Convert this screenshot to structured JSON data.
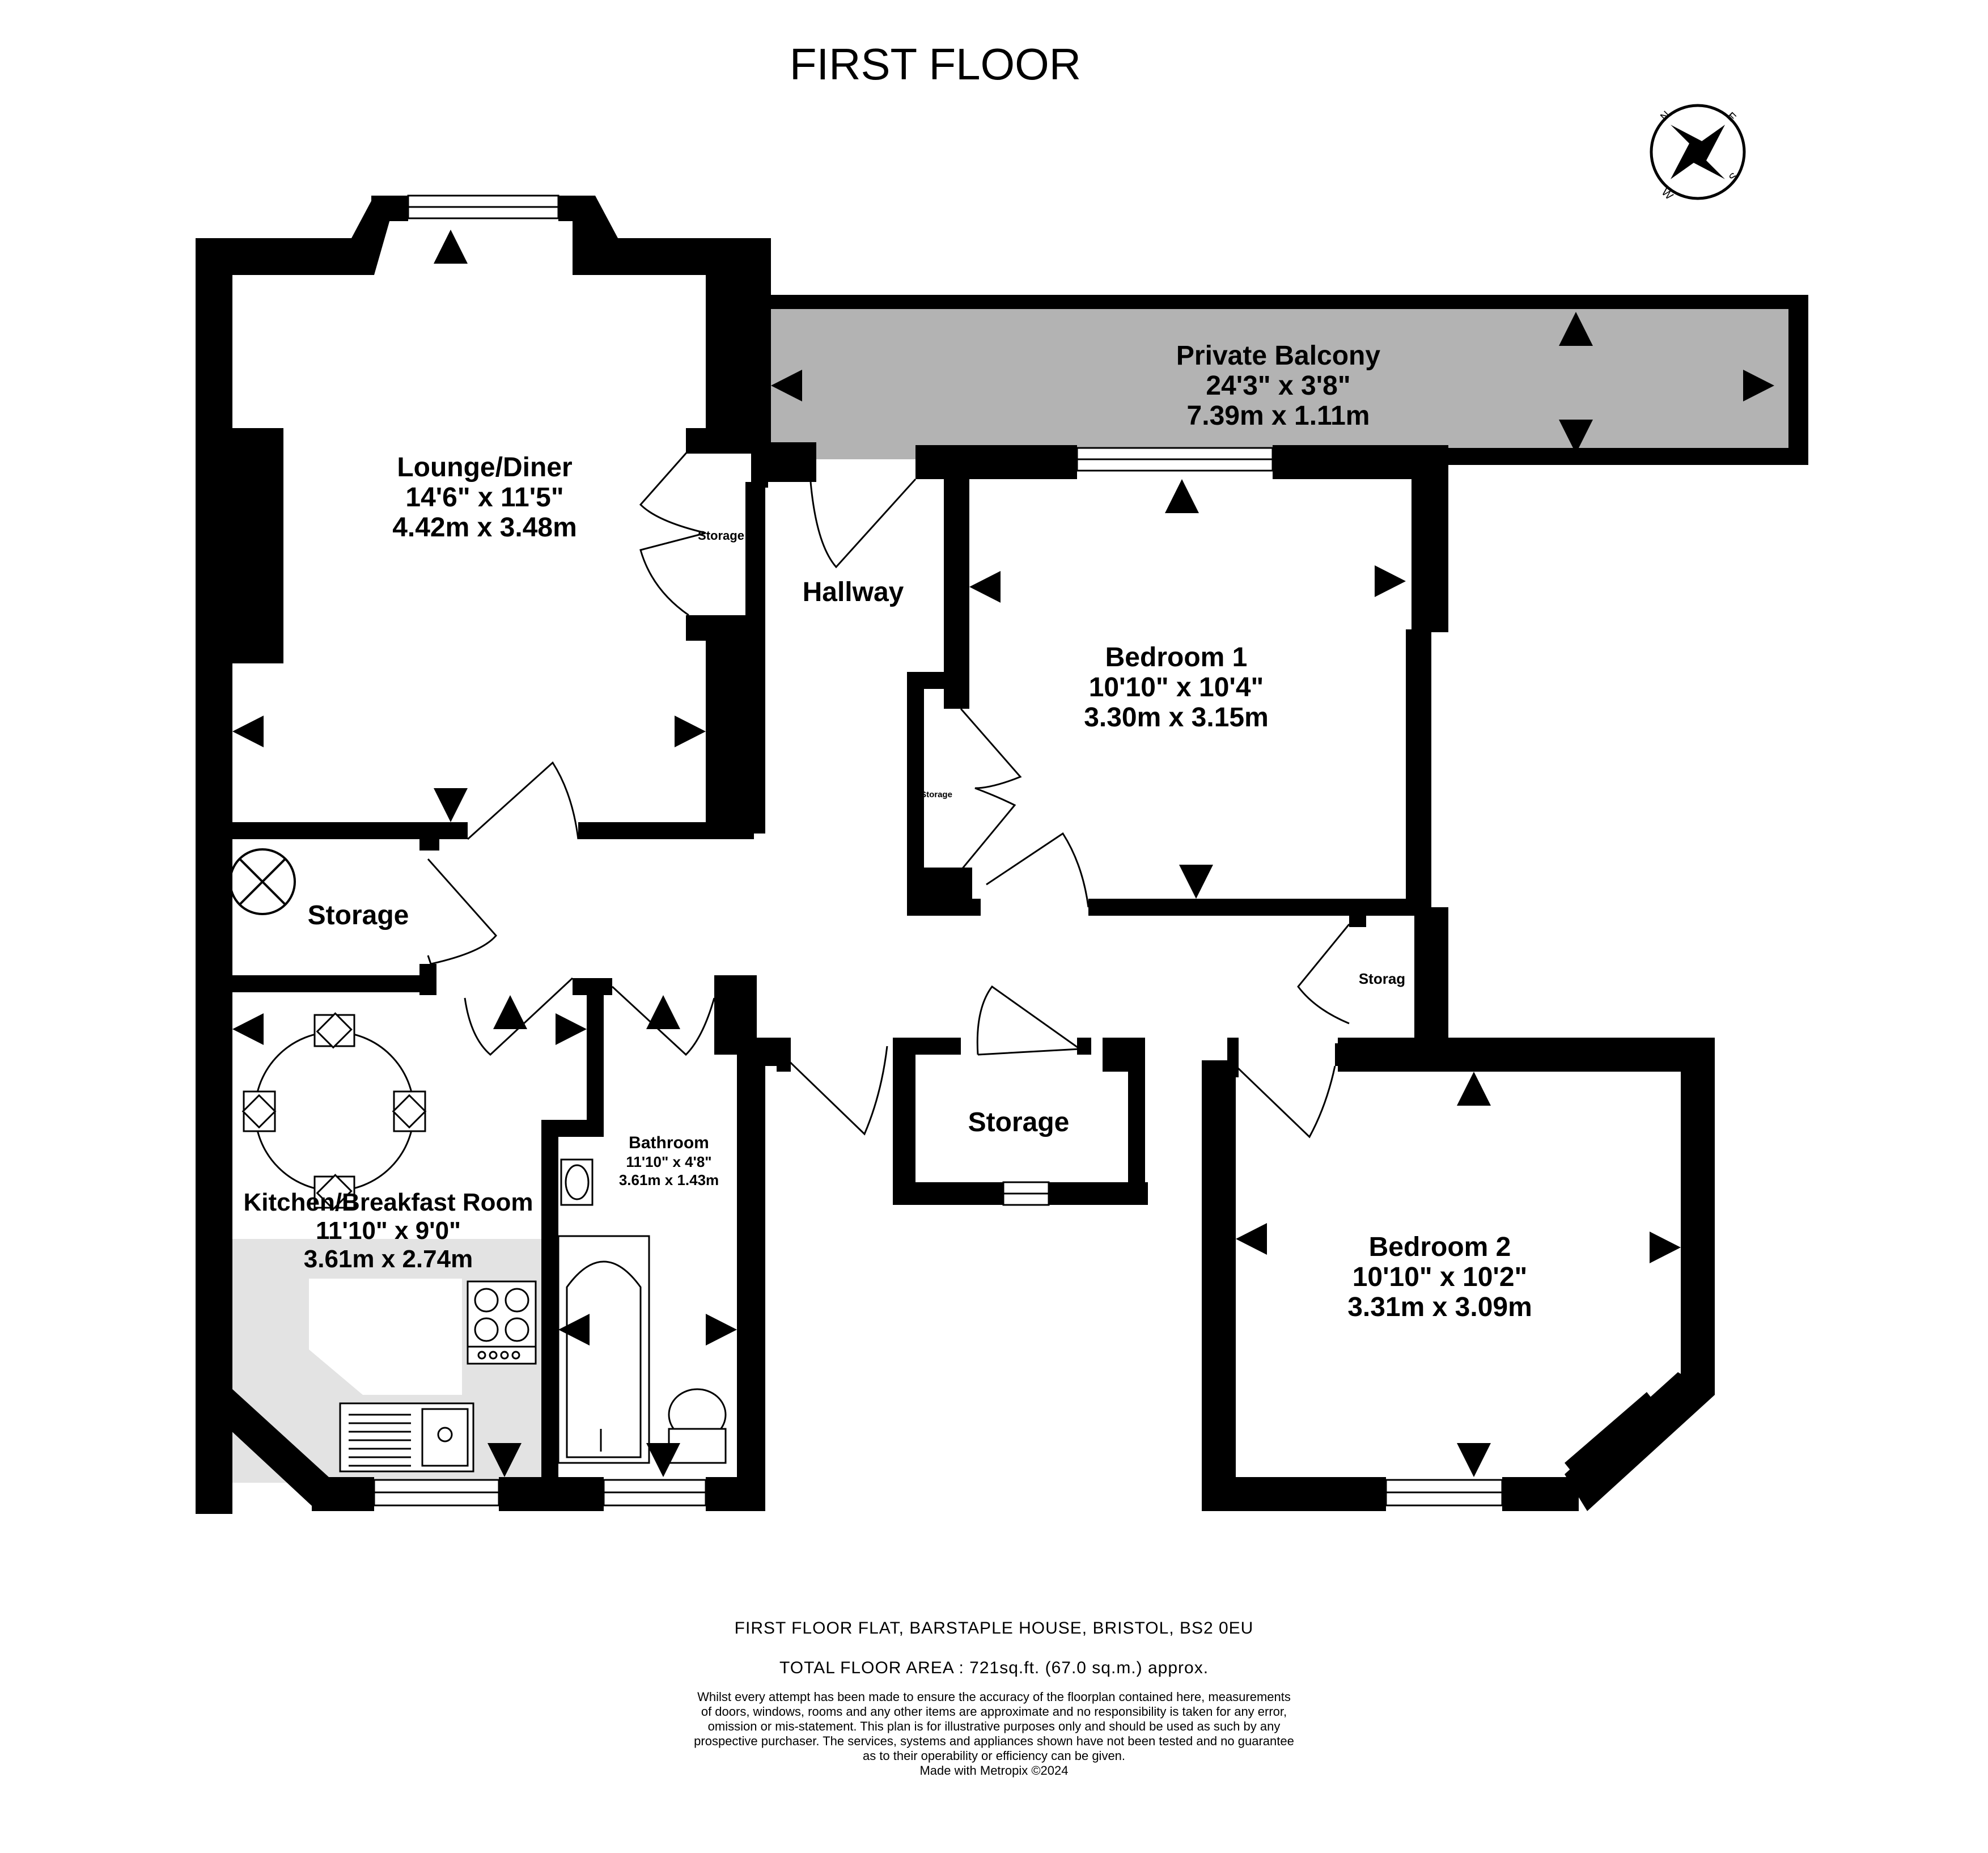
{
  "title": "FIRST FLOOR",
  "compass": {
    "n": "N",
    "e": "E",
    "s": "S",
    "w": "W"
  },
  "rooms": {
    "lounge": {
      "name": "Lounge/Diner",
      "imperial": "14'6\"  x 11'5\"",
      "metric": "4.42m  x 3.48m"
    },
    "balcony": {
      "name": "Private Balcony",
      "imperial": "24'3\"  x 3'8\"",
      "metric": "7.39m  x 1.11m"
    },
    "hallway": {
      "name": "Hallway"
    },
    "bedroom1": {
      "name": "Bedroom 1",
      "imperial": "10'10\"  x 10'4\"",
      "metric": "3.30m  x 3.15m"
    },
    "storage_main": {
      "name": "Storage"
    },
    "storage_lounge": {
      "name": "Storage"
    },
    "storage_bed1": {
      "name": "Storage"
    },
    "storage_hall_right": {
      "name": "Storag"
    },
    "storage_lower": {
      "name": "Storage"
    },
    "kitchen": {
      "name": "Kitchen/Breakfast Room",
      "imperial": "11'10\"  x 9'0\"",
      "metric": "3.61m  x 2.74m"
    },
    "bathroom": {
      "name": "Bathroom",
      "imperial": "11'10\"  x 4'8\"",
      "metric": "3.61m  x 1.43m"
    },
    "bedroom2": {
      "name": "Bedroom 2",
      "imperial": "10'10\"  x 10'2\"",
      "metric": "3.31m  x 3.09m"
    }
  },
  "footer": {
    "address": "FIRST FLOOR FLAT, BARSTAPLE HOUSE, BRISTOL, BS2 0EU",
    "area": "TOTAL FLOOR AREA : 721sq.ft. (67.0 sq.m.) approx.",
    "disclaimer": [
      "Whilst every attempt has been made to ensure the accuracy of the floorplan contained here, measurements",
      "of doors, windows, rooms and any other items are approximate and no responsibility is taken for any error,",
      "omission or mis-statement. This plan is for illustrative purposes only and should be used as such by any",
      "prospective purchaser. The services, systems and appliances shown have not been tested and no guarantee",
      "as to their operability or efficiency can be given.",
      "Made with Metropix ©2024"
    ]
  },
  "colors": {
    "wall": "#000000",
    "balcony": "#b3b3b3",
    "kitchen_floor": "#e3e3e3",
    "background": "#ffffff"
  }
}
